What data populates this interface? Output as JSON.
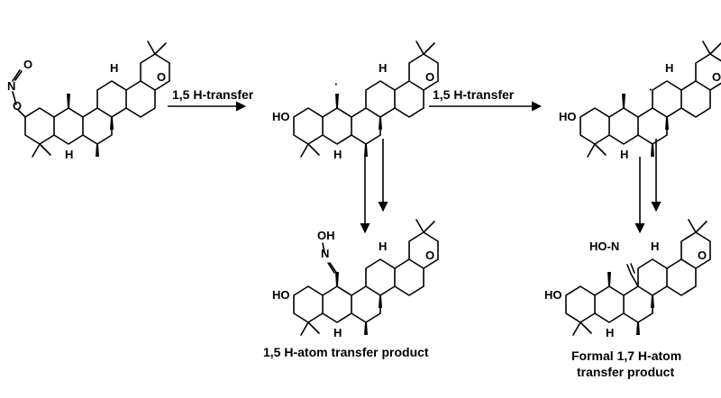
{
  "reagents": {
    "step1": "1,5 H-transfer",
    "step2": "1,5 H-transfer"
  },
  "products": {
    "p1": "1,5 H-atom transfer product",
    "p2_line1": "Formal 1,7 H-atom",
    "p2_line2": "transfer product"
  },
  "atoms": {
    "O": "O",
    "N": "N",
    "H": "H",
    "HO": "HO",
    "OH": "OH",
    "HON": "HO-N",
    "dot": "·"
  }
}
